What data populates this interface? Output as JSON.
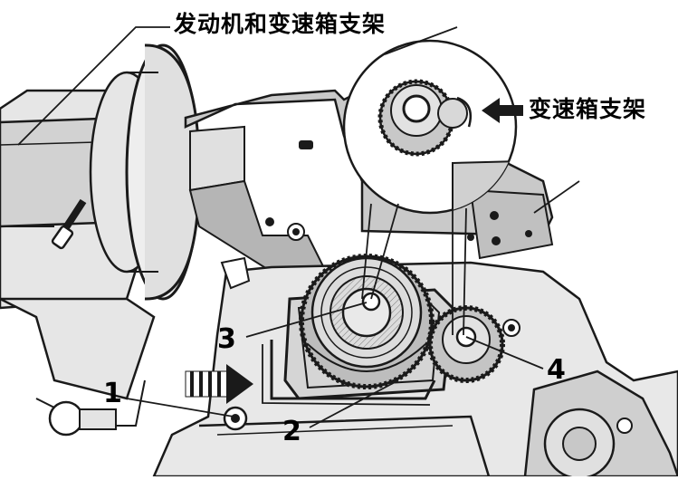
{
  "labels": {
    "engine_gearbox_bracket": "发动机和变速箱支架",
    "gearbox_bracket": "变速箱支架",
    "callout_1": "1",
    "callout_2": "2",
    "callout_3": "3",
    "callout_4": "4"
  },
  "colors": {
    "line": "#1a1a1a",
    "fill_light": "#e6e6e6",
    "fill_mid": "#d2d2d2",
    "fill_dark": "#a8a8a8",
    "background": "#ffffff"
  },
  "icons": {
    "detail_arrow": "arrow-left-icon",
    "direction_arrow": "arrow-right-icon"
  }
}
